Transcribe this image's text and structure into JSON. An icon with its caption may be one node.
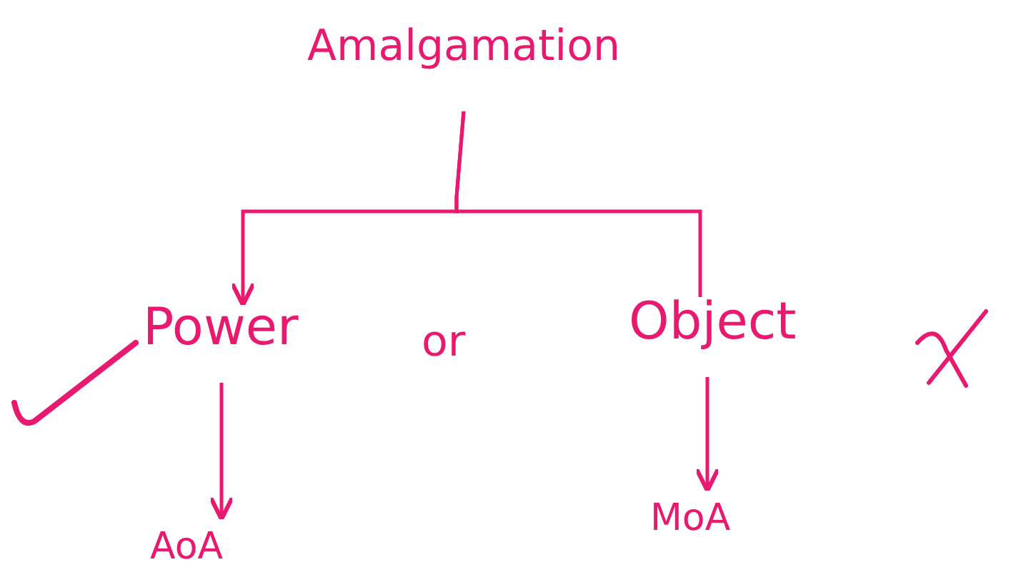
{
  "diagram": {
    "nodes": [
      {
        "text": [
          "Amalgamation"
        ]
      },
      {
        "text": [
          "Power"
        ]
      },
      {
        "text": [
          "Object"
        ]
      },
      {
        "text": [
          "AoA"
        ]
      },
      {
        "text": [
          "MoA"
        ]
      }
    ],
    "edges": [
      {
        "from": 0,
        "to": 1,
        "arrow": "to"
      },
      {
        "from": 0,
        "to": 2,
        "arrow": "none"
      },
      {
        "from": 1,
        "to": 3,
        "arrow": "to"
      },
      {
        "from": 2,
        "to": 4,
        "arrow": "to"
      }
    ],
    "labels": [
      "or"
    ]
  }
}
